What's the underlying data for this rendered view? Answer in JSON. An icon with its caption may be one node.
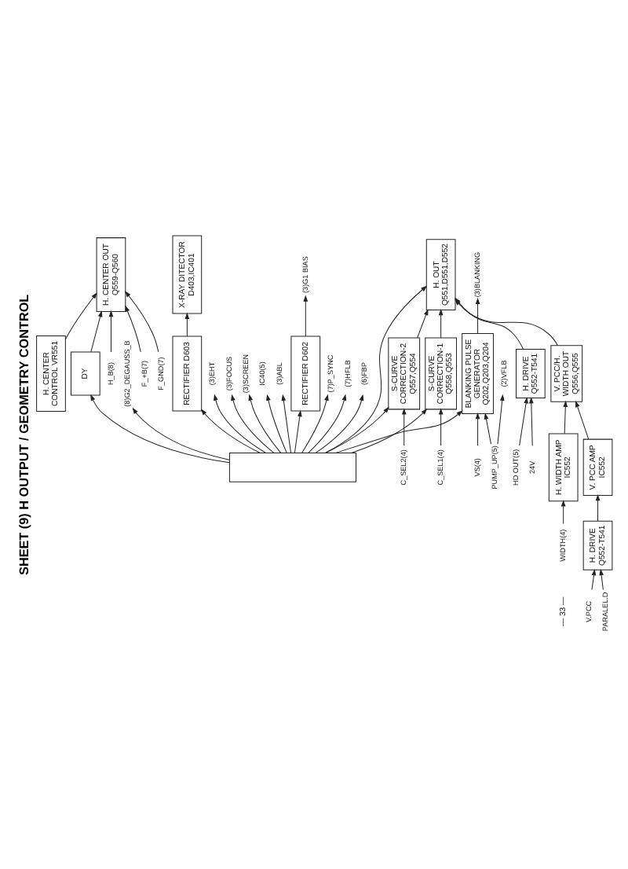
{
  "diagram": {
    "title": "SHEET (9) H OUTPUT / GEOMETRY CONTROL",
    "nodes": [
      {
        "text": [
          "F_+B(7)"
        ]
      },
      {
        "text": [
          "F_GND(7)"
        ]
      },
      {
        "text": [
          "H. CENTER CONTROL VR551"
        ]
      },
      {
        "text": [
          "H. CENTER OUT Q559-Q560"
        ]
      },
      {
        "text": [
          "DY"
        ]
      },
      {
        "text": [
          "PUMP_UP(5)"
        ]
      },
      {
        "text": [
          "VS(4)"
        ]
      },
      {
        "text": [
          "BLANKING PULSE GENERATOR Q202,Q203,Q204"
        ]
      },
      {
        "text": [
          "(2)VFLB"
        ]
      },
      {
        "text": [
          "(3)BLANKING"
        ]
      },
      {
        "text": [
          "(7)P_SYNC"
        ]
      },
      {
        "text": [
          "(7)HFLB"
        ]
      },
      {
        "text": [
          "(6)FBP"
        ]
      },
      {
        "text": [
          "(8)G2_DEGAUSS_B"
        ]
      },
      {
        "text": [
          "24V"
        ]
      },
      {
        "text": [
          "HD OUT(5)"
        ]
      },
      {
        "text": [
          "H. DRIVE Q552-T541"
        ]
      },
      {
        "text": [
          "H. OUT Q551,D551,D552"
        ]
      },
      {
        "text": [
          "H_B(8)"
        ]
      },
      {
        "text": [
          "C_SEL1(4)"
        ]
      },
      {
        "text": [
          "C_SEL2(4)"
        ]
      },
      {
        "text": [
          "S-CURVE CORRECTION-1 Q558,Q553"
        ]
      },
      {
        "text": [
          "S-CURVE CORRECTION-2 Q557,Q554"
        ]
      },
      {
        "text": [
          "RECTIFIER D603"
        ]
      },
      {
        "text": [
          "RECTIFIER D602"
        ]
      },
      {
        "text": [
          "(3)G1 BIAS"
        ]
      },
      {
        "text": [],
        "shape": "box"
      },
      {
        "text": [
          "(3)EHT"
        ]
      },
      {
        "text": [
          "(3)FOCUS"
        ]
      },
      {
        "text": [
          "(3)SCREEN"
        ]
      },
      {
        "text": [
          "V.PCC"
        ]
      },
      {
        "text": [
          "PARALEL.D"
        ]
      },
      {
        "text": [
          "H. DRIVE Q552-T541"
        ]
      },
      {
        "text": [
          "V. PCC AMP IC552"
        ]
      },
      {
        "text": [
          "H. WIDTH AMP IC552"
        ]
      },
      {
        "text": [
          "WIDTH(4)"
        ]
      },
      {
        "text": [
          "V. PCC/H. WIDTH OUT Q556,Q555"
        ]
      },
      {
        "text": [
          "IC40(5)"
        ]
      },
      {
        "text": [
          "(3)ABL"
        ]
      },
      {
        "text": [
          "X-RAY DITECTOR D403,IC401"
        ]
      }
    ],
    "edges": [
      {
        "from": 0,
        "to": 3,
        "arrow": "to"
      },
      {
        "from": 1,
        "to": 3,
        "arrow": "to"
      },
      {
        "from": 2,
        "to": 3,
        "arrow": "to"
      },
      {
        "from": 4,
        "to": 3,
        "arrow": "to"
      },
      {
        "from": 18,
        "to": 3,
        "arrow": "to"
      },
      {
        "from": 5,
        "to": 7,
        "arrow": "to"
      },
      {
        "from": 6,
        "to": 7,
        "arrow": "to"
      },
      {
        "from": 5,
        "to": 8,
        "arrow": "to"
      },
      {
        "from": 7,
        "to": 9,
        "arrow": "to"
      },
      {
        "from": 26,
        "to": 7,
        "arrow": "to"
      },
      {
        "from": 26,
        "to": 10,
        "arrow": "to"
      },
      {
        "from": 26,
        "to": 11,
        "arrow": "to"
      },
      {
        "from": 26,
        "to": 12,
        "arrow": "to"
      },
      {
        "from": 26,
        "to": 13,
        "arrow": "to"
      },
      {
        "from": 14,
        "to": 16,
        "arrow": "to"
      },
      {
        "from": 15,
        "to": 16,
        "arrow": "to"
      },
      {
        "from": 16,
        "to": 17,
        "arrow": "to"
      },
      {
        "from": 26,
        "to": 17,
        "arrow": "to"
      },
      {
        "from": 26,
        "to": 4,
        "arrow": "to"
      },
      {
        "from": 21,
        "to": 17,
        "arrow": "to"
      },
      {
        "from": 22,
        "to": 17,
        "arrow": "to"
      },
      {
        "from": 36,
        "to": 17,
        "arrow": "to"
      },
      {
        "from": 19,
        "to": 21,
        "arrow": "to"
      },
      {
        "from": 20,
        "to": 22,
        "arrow": "to"
      },
      {
        "from": 26,
        "to": 21,
        "arrow": "to"
      },
      {
        "from": 26,
        "to": 22,
        "arrow": "to"
      },
      {
        "from": 26,
        "to": 23,
        "arrow": "to"
      },
      {
        "from": 23,
        "to": 39,
        "arrow": "to"
      },
      {
        "from": 26,
        "to": 24,
        "arrow": "to"
      },
      {
        "from": 24,
        "to": 25,
        "arrow": "to"
      },
      {
        "from": 26,
        "to": 27,
        "arrow": "to"
      },
      {
        "from": 26,
        "to": 28,
        "arrow": "to"
      },
      {
        "from": 26,
        "to": 29,
        "arrow": "to"
      },
      {
        "from": 26,
        "to": 38,
        "arrow": "to"
      },
      {
        "from": 26,
        "to": 37,
        "arrow": "to"
      },
      {
        "from": 30,
        "to": 32,
        "arrow": "to"
      },
      {
        "from": 31,
        "to": 32,
        "arrow": "to"
      },
      {
        "from": 32,
        "to": 33,
        "arrow": "to"
      },
      {
        "from": 35,
        "to": 34,
        "arrow": "to"
      },
      {
        "from": 33,
        "to": 36,
        "arrow": "to"
      },
      {
        "from": 34,
        "to": 36,
        "arrow": "to"
      }
    ],
    "labels": [
      "— 33 —"
    ]
  }
}
